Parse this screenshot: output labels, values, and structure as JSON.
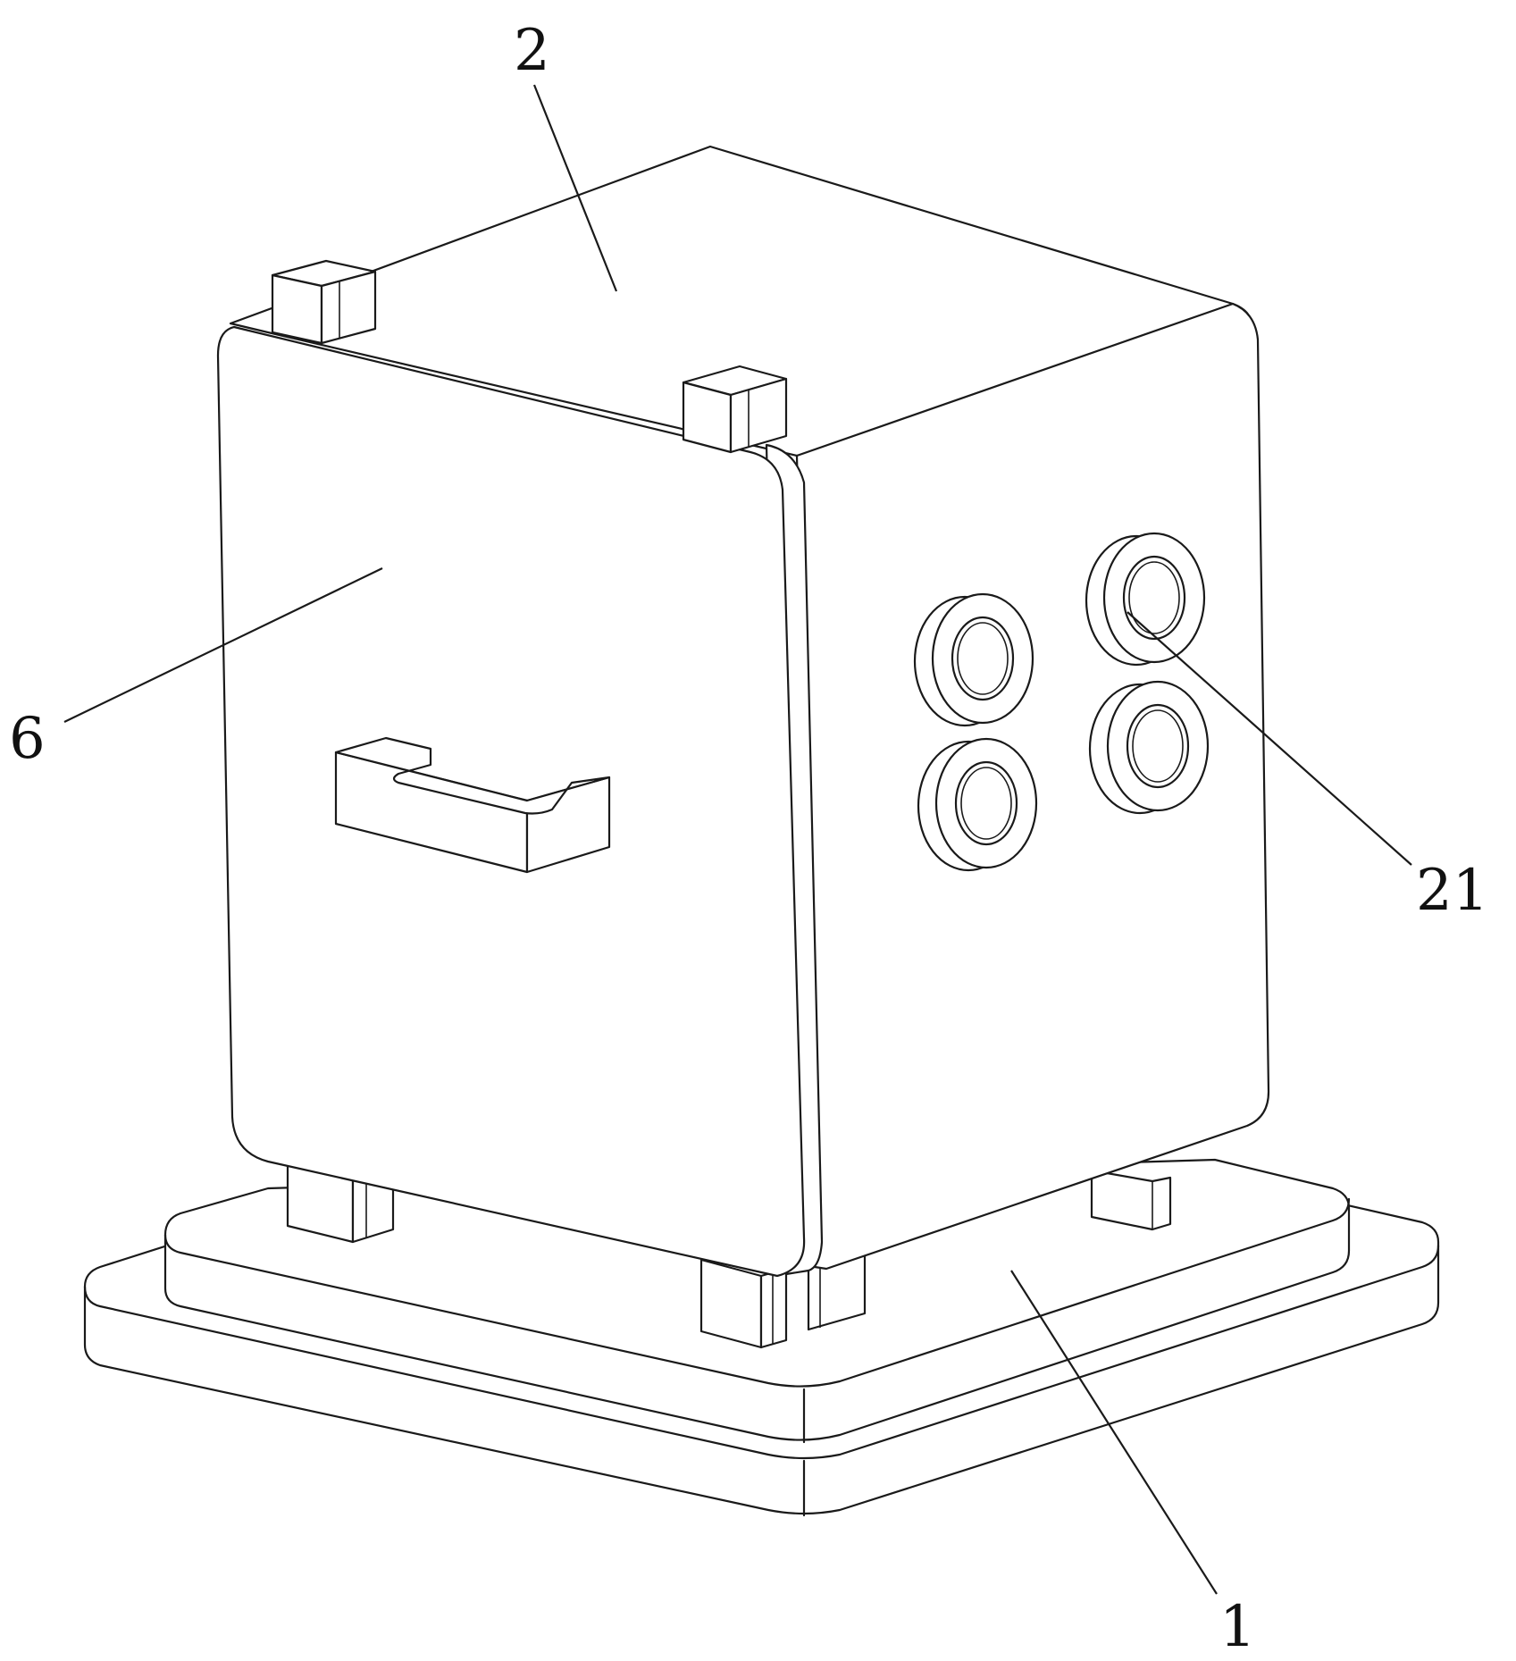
{
  "labels": {
    "box_cover": "2",
    "side_door": "6",
    "connector": "21",
    "base": "1"
  }
}
